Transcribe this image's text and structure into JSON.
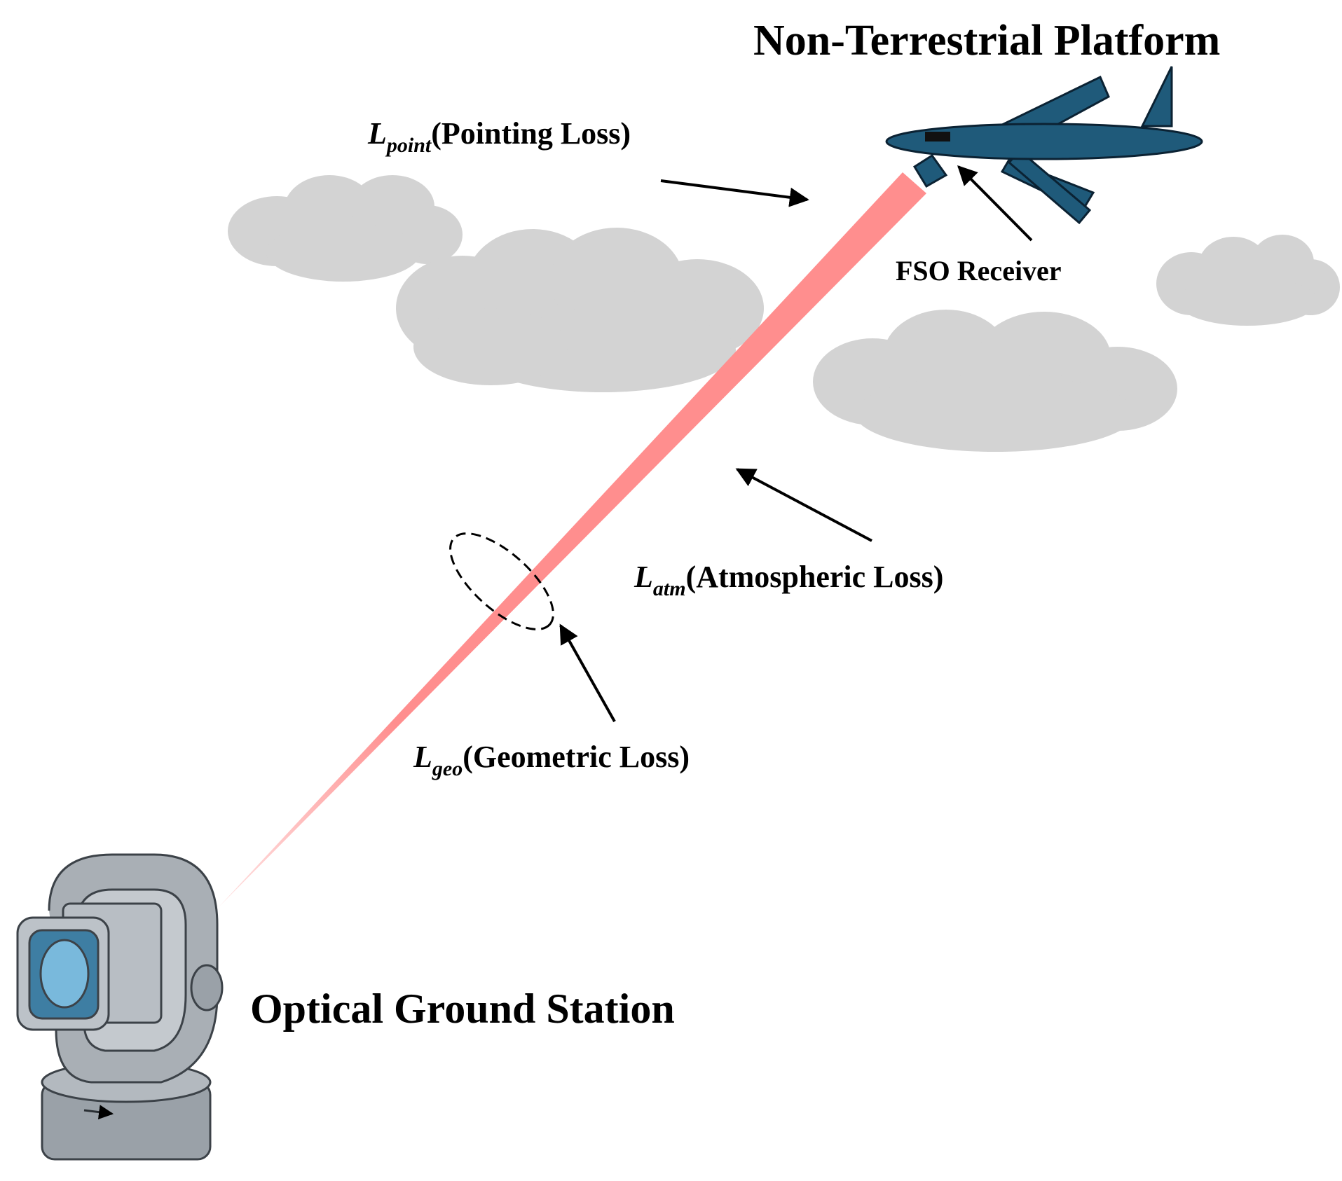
{
  "title": "Non-Terrestrial Platform",
  "ground_station_label": "Optical Ground Station",
  "receiver_label": "FSO Receiver",
  "losses": {
    "pointing": {
      "symbol": "L",
      "subscript": "point",
      "text": "(Pointing Loss)"
    },
    "atmospheric": {
      "symbol": "L",
      "subscript": "atm",
      "text": "(Atmospheric Loss)"
    },
    "geometric": {
      "symbol": "L",
      "subscript": "geo",
      "text": "(Geometric Loss)"
    }
  },
  "icons": {
    "aircraft": "aircraft-icon",
    "telescope": "optical-telescope-icon",
    "cloud": "cloud-icon"
  },
  "colors": {
    "beam": "#ff8e8e",
    "aircraft": "#1f5a7a",
    "aircraft_outline": "#0b2233",
    "cloud": "#d3d3d3",
    "station_body": "#a9afb5",
    "station_lens": "#6fb3d6"
  }
}
